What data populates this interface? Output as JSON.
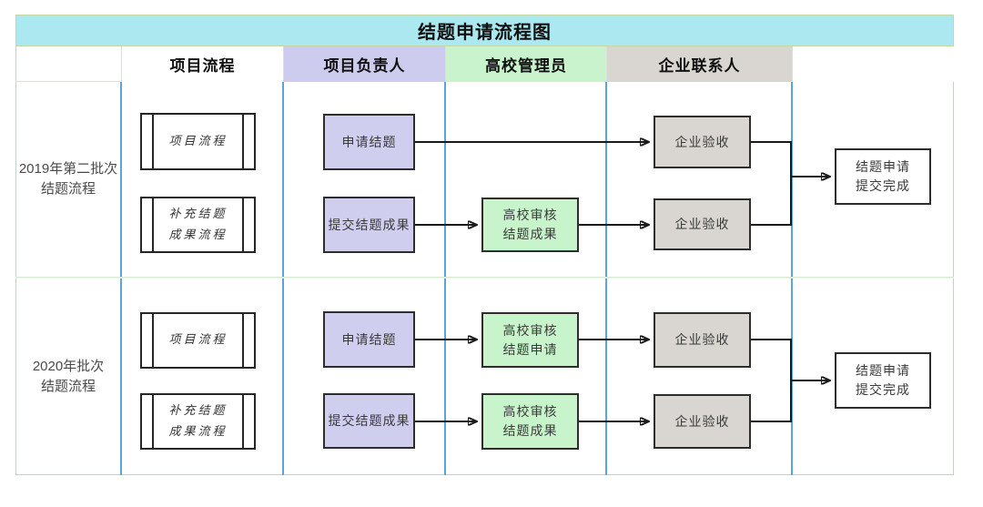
{
  "title": "结题申请流程图",
  "header": {
    "columns": [
      {
        "label": "项目流程"
      },
      {
        "label": "项目负责人"
      },
      {
        "label": "高校管理员"
      },
      {
        "label": "企业联系人"
      }
    ]
  },
  "lanes": [
    {
      "label": "2019年第二批次\n结题流程",
      "nodes": {
        "process_top": "项目流程",
        "process_bottom": "补充结题\n成果流程",
        "owner_top": "申请结题",
        "owner_bottom": "提交结题成果",
        "admin_bottom": "高校审核\n结题成果",
        "company_top": "企业验收",
        "company_bottom": "企业验收",
        "result": "结题申请\n提交完成"
      }
    },
    {
      "label": "2020年批次\n结题流程",
      "nodes": {
        "process_top": "项目流程",
        "process_bottom": "补充结题\n成果流程",
        "owner_top": "申请结题",
        "owner_bottom": "提交结题成果",
        "admin_top": "高校审核\n结题申请",
        "admin_bottom": "高校审核\n结题成果",
        "company_top": "企业验收",
        "company_bottom": "企业验收",
        "result": "结题申请\n提交完成"
      }
    }
  ],
  "colors": {
    "title-bg": "#ace8ef",
    "frame-border": "#c3d8a3",
    "lane-divider": "#d6ebd4",
    "column-line": "#57a5dc",
    "header-owner-bg": "#cdccee",
    "header-admin-bg": "#c9f3cd",
    "header-company-bg": "#d9d6d1",
    "node-owner-bg": "#cfceee",
    "node-admin-bg": "#c8f4cc",
    "node-company-bg": "#d9d6d1",
    "node-border": "#2d2d2d",
    "arrow": "#1a1a1a"
  }
}
